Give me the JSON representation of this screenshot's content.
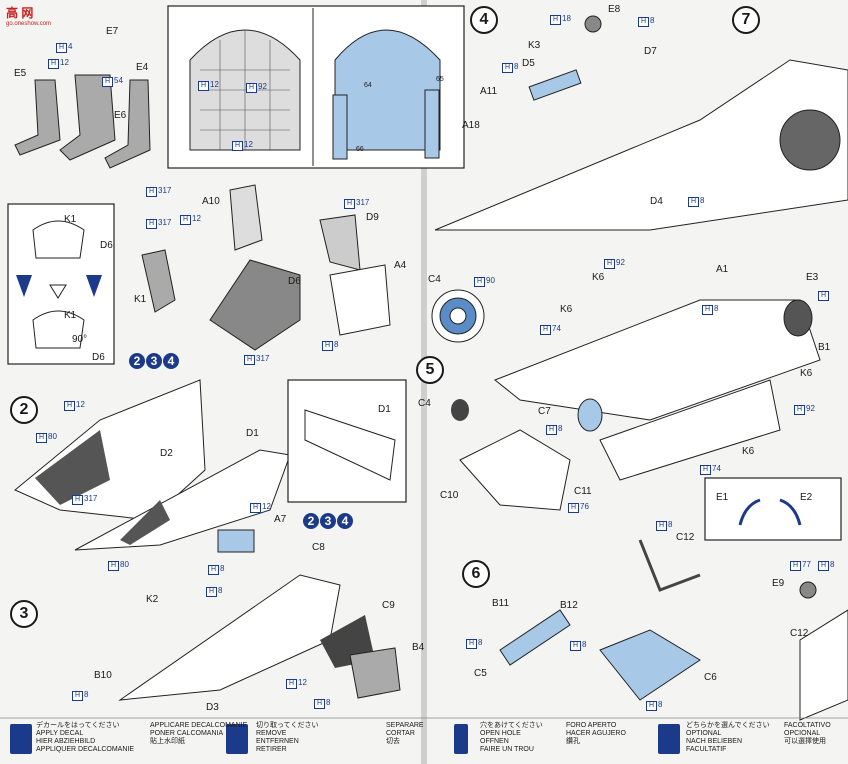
{
  "watermark": {
    "title": "高 网",
    "sub": "go.oneshow.com"
  },
  "steps": {
    "s2": "2",
    "s3": "3",
    "s4": "4",
    "s5": "5",
    "s6": "6",
    "s7": "7"
  },
  "substep_labels": [
    "2",
    "3",
    "4"
  ],
  "part_labels": {
    "E7": "E7",
    "E5": "E5",
    "E4": "E4",
    "E6": "E6",
    "K1a": "K1",
    "D6a": "D6",
    "K1b": "K1",
    "D6b": "D6",
    "angle": "90°",
    "A10": "A10",
    "D9": "D9",
    "A4": "A4",
    "K1c": "K1",
    "D6c": "D6",
    "D1": "D1",
    "D2": "D2",
    "D1b": "D1",
    "A7": "A7",
    "C8": "C8",
    "K2": "K2",
    "C9": "C9",
    "B4": "B4",
    "B10": "B10",
    "D3": "D3",
    "E8": "E8",
    "K3": "K3",
    "D7": "D7",
    "D5": "D5",
    "A11": "A11",
    "A18": "A18",
    "D4": "D4",
    "C4a": "C4",
    "C4b": "C4",
    "C7": "C7",
    "C10": "C10",
    "C11": "C11",
    "K6a": "K6",
    "K6b": "K6",
    "K6c": "K6",
    "K6d": "K6",
    "A1": "A1",
    "E3": "E3",
    "B1": "B1",
    "E1": "E1",
    "E2": "E2",
    "C12a": "C12",
    "C12b": "C12",
    "B11": "B11",
    "B12": "B12",
    "C5": "C5",
    "C6": "C6",
    "E9": "E9"
  },
  "decal_numbers": {
    "n64": "64",
    "n65": "65",
    "n66": "66"
  },
  "paint_refs": [
    {
      "id": "H4",
      "code": "4"
    },
    {
      "id": "H12",
      "code": "12"
    },
    {
      "id": "H54",
      "code": "54"
    },
    {
      "id": "H317",
      "code": "317"
    },
    {
      "id": "H92",
      "code": "92"
    },
    {
      "id": "H8",
      "code": "8"
    },
    {
      "id": "H80",
      "code": "80"
    },
    {
      "id": "H77",
      "code": "77"
    },
    {
      "id": "H18",
      "code": "18"
    },
    {
      "id": "H90",
      "code": "90"
    },
    {
      "id": "H74",
      "code": "74"
    },
    {
      "id": "H76",
      "code": "76"
    }
  ],
  "legend": {
    "decal": {
      "jp": "デカールをはってください",
      "en": "APPLY DECAL",
      "de": "HIER ABZIEHBILD",
      "fr": "APPLIQUER DECALCOMANIE",
      "it": "APPLICARE DECALCOMANIE",
      "es": "PONER CALCOMANIA",
      "cn": "貼上水印紙"
    },
    "remove": {
      "jp": "切り取ってください",
      "en": "REMOVE",
      "de": "ENTFERNEN",
      "fr": "RETIRER",
      "it": "SEPARARE",
      "es": "CORTAR",
      "cn": "切去"
    },
    "hole": {
      "jp": "穴をあけてください",
      "en": "OPEN HOLE",
      "de": "OFFNEN",
      "fr": "FAIRE UN TROU",
      "it": "FORO APERTO",
      "es": "HACER AGUJERO",
      "cn": "鑽孔"
    },
    "option": {
      "jp": "どちらかを選んでください",
      "en": "OPTIONAL",
      "de": "NACH BELIEBEN",
      "fr": "FACULTATIF",
      "it": "FACOLTATIVO",
      "es": "OPCIONAL",
      "cn": "可以選擇使用"
    }
  }
}
